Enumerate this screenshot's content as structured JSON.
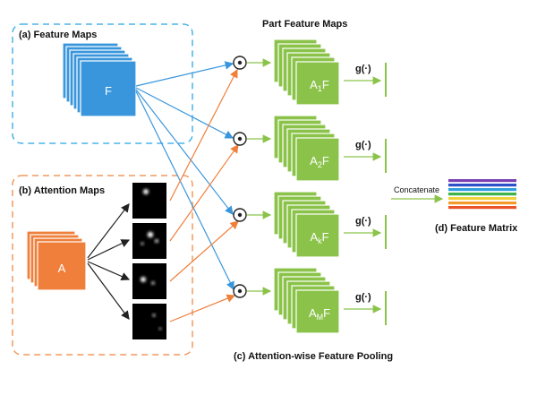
{
  "diagram": {
    "titles": {
      "feature_maps": "(a) Feature Maps",
      "attention_maps": "(b) Attention Maps",
      "part_feature_maps": "Part Feature Maps",
      "pooling": "(c) Attention-wise Feature Pooling",
      "feature_matrix": "(d) Feature Matrix",
      "concatenate": "Concatenate"
    },
    "feature_stack_label": "F",
    "attention_stack_label": "A",
    "part_stacks": [
      {
        "main": "A",
        "sub": "1",
        "tail": "F"
      },
      {
        "main": "A",
        "sub": "2",
        "tail": "F"
      },
      {
        "main": "A",
        "sub": "k",
        "tail": "F"
      },
      {
        "main": "A",
        "sub": "M",
        "tail": "F"
      }
    ],
    "pool_function_label": "g(·)",
    "operator_symbol": "⊙",
    "colors": {
      "feature_blue": "#3a96dc",
      "attention_orange": "#ef7f3b",
      "part_green": "#8bc34a",
      "box_blue_dash": "#4ab3e8",
      "box_orange_dash": "#f09a5e"
    },
    "matrix_colors": [
      "#7a3fb0",
      "#2e4fc8",
      "#2f9de0",
      "#3fb34a",
      "#f0d23a",
      "#f39a2b",
      "#e8532a"
    ]
  }
}
